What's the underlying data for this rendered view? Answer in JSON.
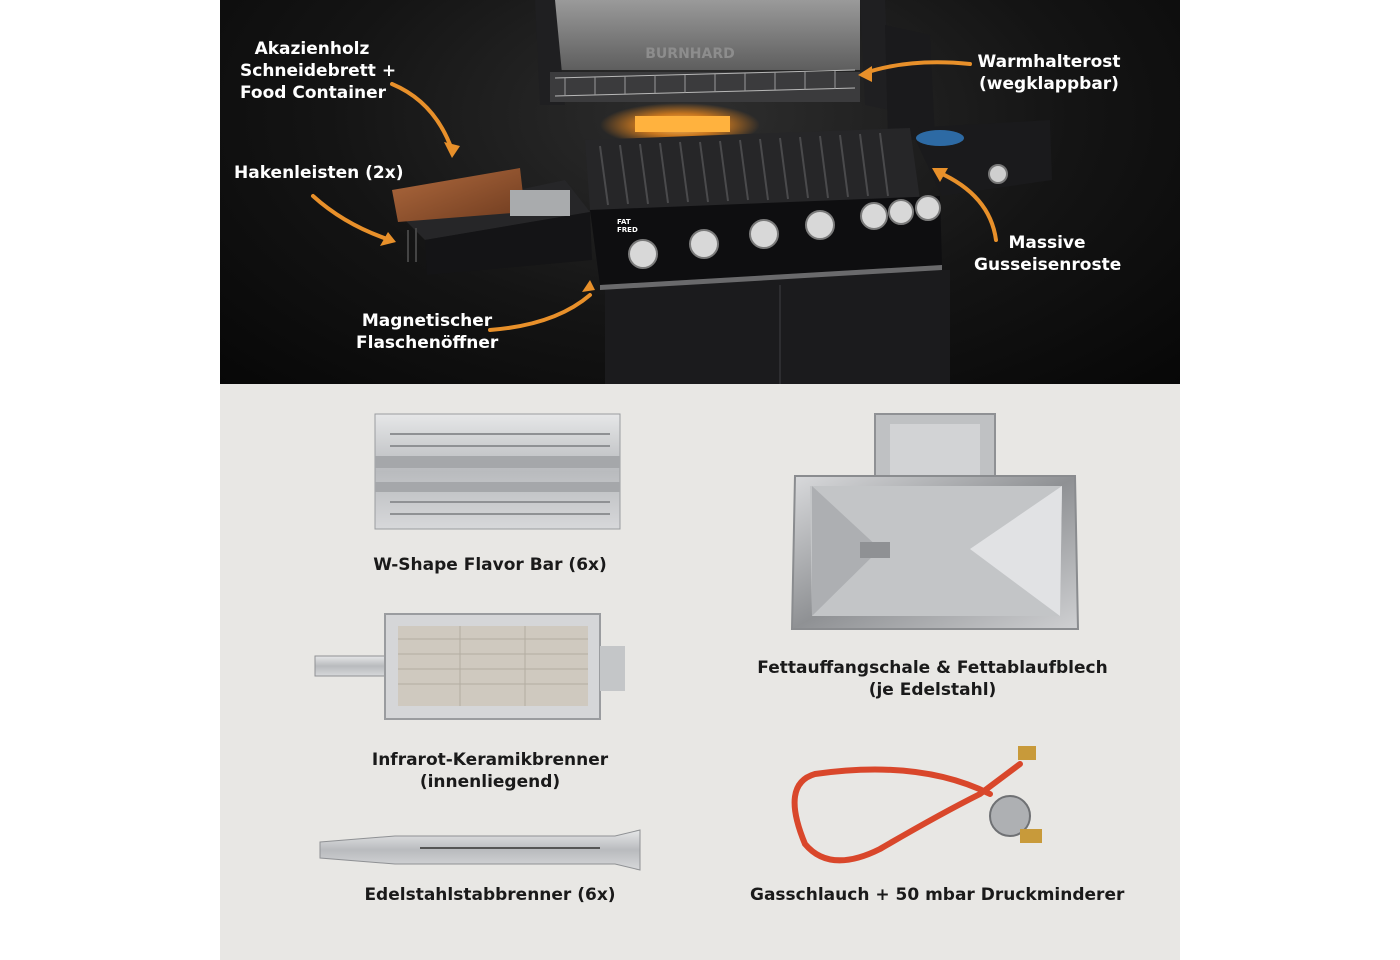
{
  "callouts": {
    "board": [
      "Akazienholz",
      "Schneidebrett +",
      "Food Container"
    ],
    "hooks": [
      "Hakenleisten (2x)"
    ],
    "opener": [
      "Magnetischer",
      "Flaschenöffner"
    ],
    "warming": [
      "Warmhalterost",
      "(wegklappbar)"
    ],
    "grates": [
      "Massive",
      "Gusseisenroste"
    ]
  },
  "grill_marks": {
    "lid": "BURNHARD",
    "badge": [
      "FAT",
      "FRED"
    ]
  },
  "parts": {
    "flavor_bar": [
      "W-Shape Flavor Bar (6x)"
    ],
    "ir_burner": [
      "Infrarot-Keramikbrenner",
      "(innenliegend)"
    ],
    "tube_burner": [
      "Edelstahlstabbrenner (6x)"
    ],
    "grease_tray": [
      "Fettauffangschale & Fettablaufblech",
      "(je Edelstahl)"
    ],
    "gas_hose": [
      "Gasschlauch + 50 mbar Druckminderer"
    ]
  },
  "colors": {
    "arrow": "#e8902a",
    "dark_bg": "#141414",
    "light_bg": "#e8e7e4",
    "steel": "#c9cbcd",
    "hose": "#d9472b"
  }
}
